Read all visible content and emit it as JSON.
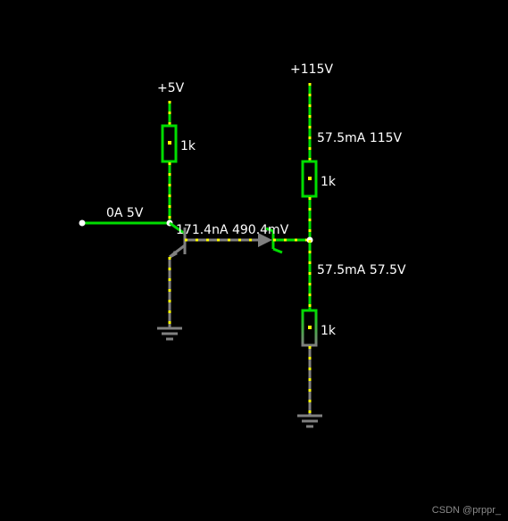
{
  "colors": {
    "background": "#000000",
    "live_wire": "#00dd00",
    "dead_wire": "#808080",
    "current_dots": "#ffff00",
    "text": "#ffffff"
  },
  "supplies": {
    "left_supply": "+5V",
    "right_supply": "+115V"
  },
  "resistors": {
    "r1": "1k",
    "r2": "1k",
    "r3": "1k"
  },
  "readouts": {
    "input": "0A 5V",
    "base_current": "171.4nA 490.4mV",
    "upper_resistor": "57.5mA 115V",
    "lower_resistor": "57.5mA 57.5V"
  },
  "watermark": "CSDN @prppr_"
}
